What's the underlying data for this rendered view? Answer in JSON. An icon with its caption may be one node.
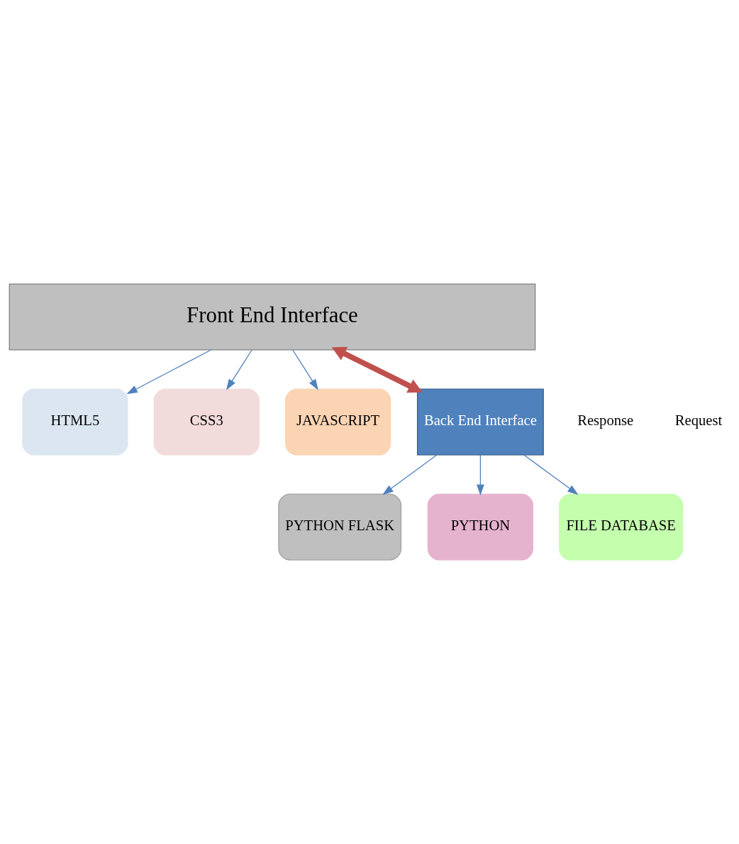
{
  "diagram": {
    "nodes": [
      {
        "text": [
          "Front End Interface"
        ]
      },
      {
        "text": [
          "HTML5"
        ]
      },
      {
        "text": [
          "CSS3"
        ]
      },
      {
        "text": [
          "JAVASCRIPT"
        ]
      },
      {
        "text": [
          "Back End Interface"
        ]
      },
      {
        "text": [
          "PYTHON FLASK"
        ]
      },
      {
        "text": [
          "PYTHON"
        ]
      },
      {
        "text": [
          "FILE DATABASE"
        ]
      }
    ],
    "edges": [
      {
        "from": 0,
        "to": 1,
        "arrow": "to"
      },
      {
        "from": 0,
        "to": 2,
        "arrow": "to"
      },
      {
        "from": 0,
        "to": 3,
        "arrow": "to"
      },
      {
        "from": 0,
        "to": 4,
        "arrow": "both",
        "style": "thick",
        "color": "#c0504d"
      },
      {
        "from": 4,
        "to": 5,
        "arrow": "to"
      },
      {
        "from": 4,
        "to": 6,
        "arrow": "to"
      },
      {
        "from": 4,
        "to": 7,
        "arrow": "to"
      }
    ],
    "labels": [
      "Response",
      "Request"
    ]
  }
}
